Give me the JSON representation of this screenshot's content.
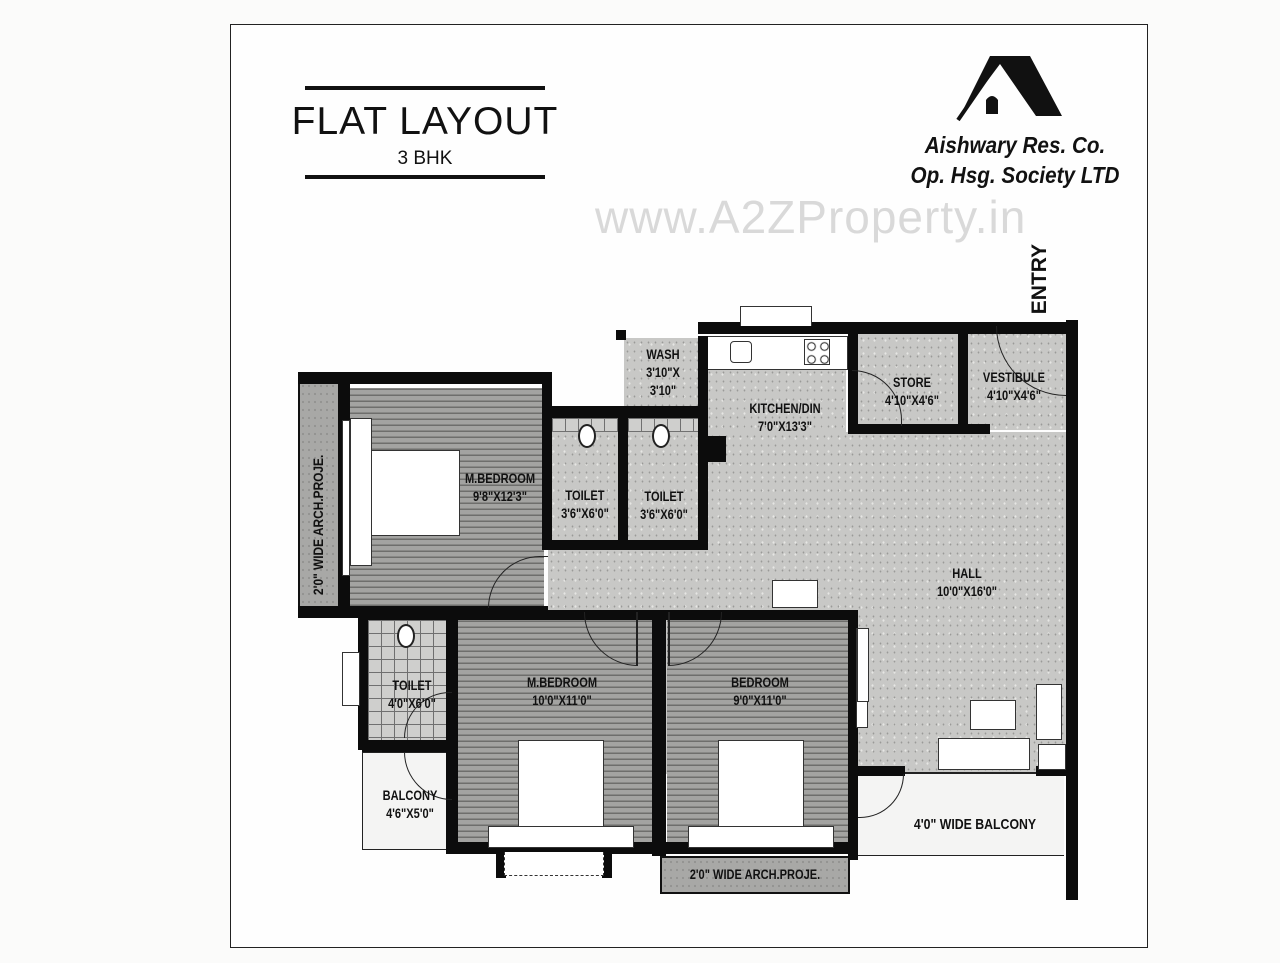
{
  "header": {
    "title": "FLAT LAYOUT",
    "subtitle": "3 BHK"
  },
  "branding": {
    "logo_icon": "house-icon",
    "society_line1": "Aishwary Res. Co.",
    "society_line2": "Op. Hsg. Society LTD",
    "watermark": "www.A2ZProperty.in"
  },
  "plan": {
    "entry_label": "ENTRY",
    "rooms": {
      "wash": {
        "name": "WASH",
        "dims_line1": "3'10\"X",
        "dims_line2": "3'10\""
      },
      "kitchen": {
        "name": "KITCHEN/DIN",
        "dims": "7'0\"X13'3\""
      },
      "store": {
        "name": "STORE",
        "dims": "4'10\"X4'6\""
      },
      "vestibule": {
        "name": "VESTIBULE",
        "dims": "4'10\"X4'6\""
      },
      "master_bedroom_1": {
        "name": "M.BEDROOM",
        "dims": "9'8\"X12'3\""
      },
      "toilet_1": {
        "name": "TOILET",
        "dims": "3'6\"X6'0\""
      },
      "toilet_2": {
        "name": "TOILET",
        "dims": "3'6\"X6'0\""
      },
      "hall": {
        "name": "HALL",
        "dims": "10'0\"X16'0\""
      },
      "toilet_3": {
        "name": "TOILET",
        "dims": "4'0\"X6'0\""
      },
      "master_bedroom_2": {
        "name": "M.BEDROOM",
        "dims": "10'0\"X11'0\""
      },
      "bedroom": {
        "name": "BEDROOM",
        "dims": "9'0\"X11'0\""
      },
      "balcony_small": {
        "name": "BALCONY",
        "dims": "4'6\"X5'0\""
      },
      "balcony_wide": {
        "name": "4'0\" WIDE BALCONY"
      }
    },
    "projections": {
      "left": "2'0\" WIDE ARCH.PROJE.",
      "bottom": "2'0\" WIDE ARCH.PROJE."
    }
  },
  "colors": {
    "wall": "#0c0c0c",
    "floor_speckle": "#c8c8c6",
    "floor_wood": "#8d8d8b",
    "paper": "#fefefe"
  }
}
